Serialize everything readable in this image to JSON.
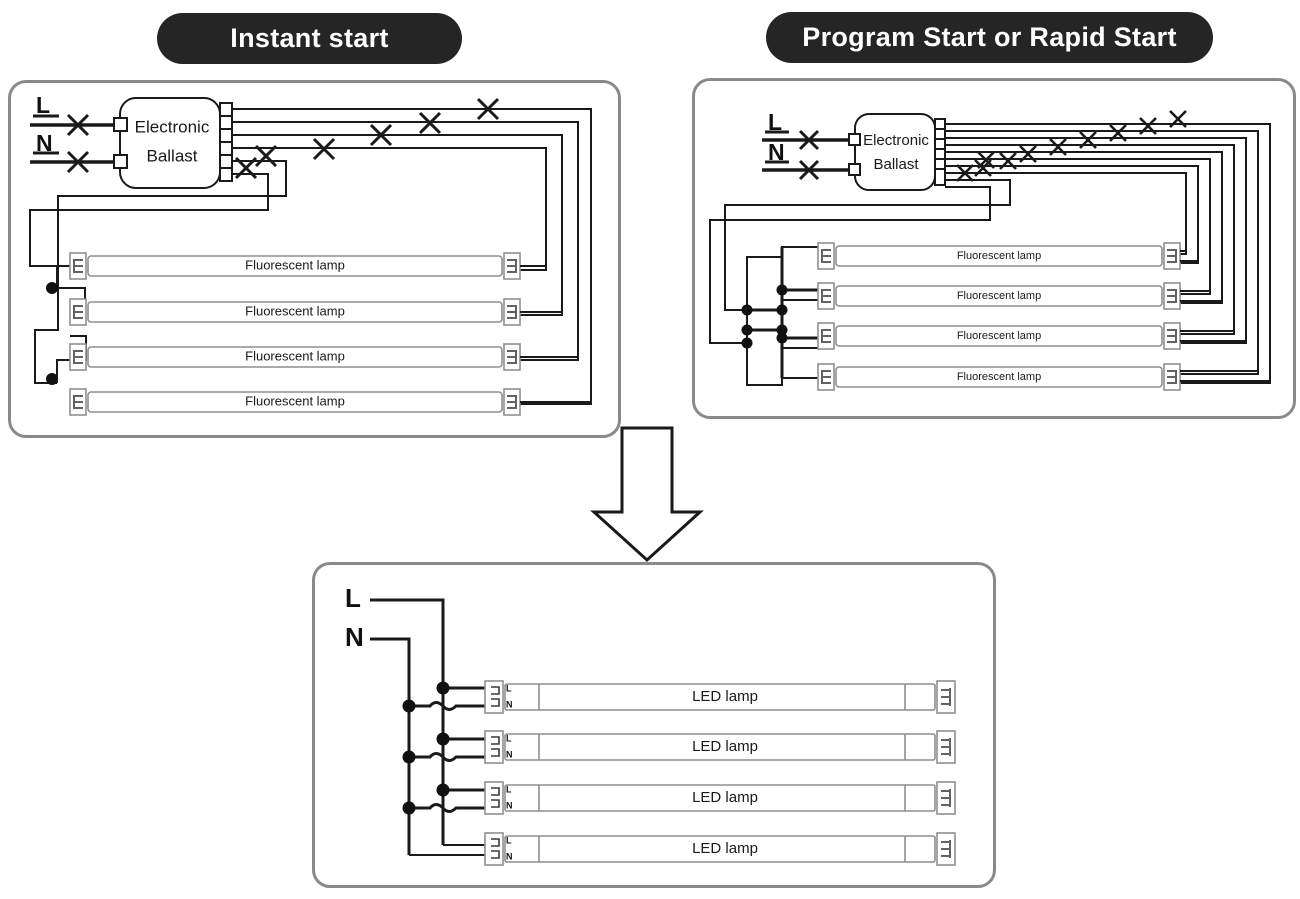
{
  "page": {
    "title": "Fluorescent to LED tube retrofit wiring diagram",
    "background": "#ffffff",
    "accent_dark": "#262526",
    "panel_border": "#8a8a8a",
    "wire_color": "#1a1a1a"
  },
  "badges": {
    "instant": "Instant start",
    "program": "Program Start or Rapid Start"
  },
  "left_diagram": {
    "name": "instant-start-diagram",
    "ballast": {
      "line1": "Electronic",
      "line2": "Ballast",
      "terminals": 6
    },
    "inputs": [
      {
        "label": "L",
        "cut": true
      },
      {
        "label": "N",
        "cut": true
      }
    ],
    "cut_marks": 6,
    "lamps": [
      {
        "label": "Fluorescent  lamp"
      },
      {
        "label": "Fluorescent  lamp"
      },
      {
        "label": "Fluorescent  lamp"
      },
      {
        "label": "Fluorescent  lamp"
      }
    ],
    "junction_dots": 2
  },
  "right_diagram": {
    "name": "program-rapid-start-diagram",
    "ballast": {
      "line1": "Electronic",
      "line2": "Ballast",
      "terminals": 10
    },
    "inputs": [
      {
        "label": "L",
        "cut": true
      },
      {
        "label": "N",
        "cut": true
      }
    ],
    "cut_marks": 10,
    "lamps": [
      {
        "label": "Fluorescent  lamp"
      },
      {
        "label": "Fluorescent  lamp"
      },
      {
        "label": "Fluorescent  lamp"
      },
      {
        "label": "Fluorescent  lamp"
      }
    ],
    "junction_dots": 7
  },
  "arrow": {
    "direction": "down"
  },
  "led_diagram": {
    "name": "led-retrofit-diagram",
    "inputs": [
      {
        "label": "L"
      },
      {
        "label": "N"
      }
    ],
    "lamps": [
      {
        "label": "LED  lamp",
        "pins": {
          "live": "L",
          "neutral": "N"
        }
      },
      {
        "label": "LED  lamp",
        "pins": {
          "live": "L",
          "neutral": "N"
        }
      },
      {
        "label": "LED  lamp",
        "pins": {
          "live": "L",
          "neutral": "N"
        }
      },
      {
        "label": "LED  lamp",
        "pins": {
          "live": "L",
          "neutral": "N"
        }
      }
    ],
    "junction_dots": 7
  }
}
